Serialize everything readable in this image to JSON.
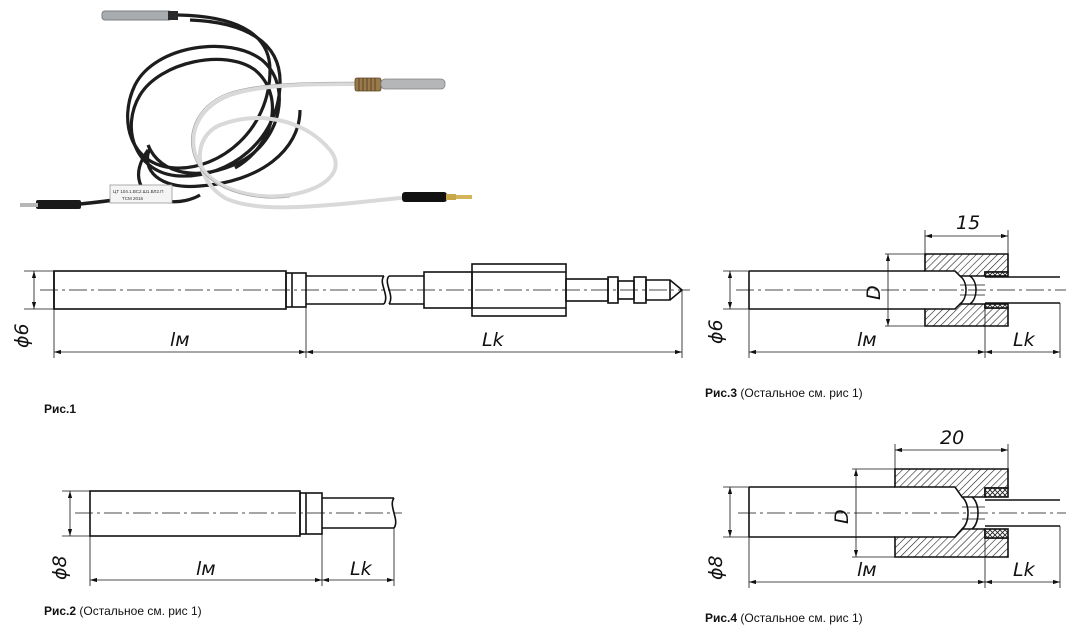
{
  "photo": {
    "cable_label_black": "ЦТ 104.1.ВС2.Ш1.ВЛ2.П",
    "cable_label_sub": "ТСМ   2016"
  },
  "fig1": {
    "caption_bold": "Рис.1",
    "caption_rest": "",
    "diameter": "ϕ6",
    "len_probe": "lм",
    "len_cable": "Lk"
  },
  "fig2": {
    "caption_bold": "Рис.2",
    "caption_rest": " (Остальное см. рис 1)",
    "diameter": "ϕ8",
    "len_probe": "lм",
    "len_cable": "Lk"
  },
  "fig3": {
    "caption_bold": "Рис.3",
    "caption_rest": " (Остальное см. рис 1)",
    "diameter": "ϕ6",
    "len_probe": "lм",
    "len_cable": "Lk",
    "nut_len": "15",
    "nut_dia": "D"
  },
  "fig4": {
    "caption_bold": "Рис.4",
    "caption_rest": " (Остальное см. рис 1)",
    "diameter": "ϕ8",
    "len_probe": "lм",
    "len_cable": "Lk",
    "nut_len": "20",
    "nut_dia": "D"
  }
}
